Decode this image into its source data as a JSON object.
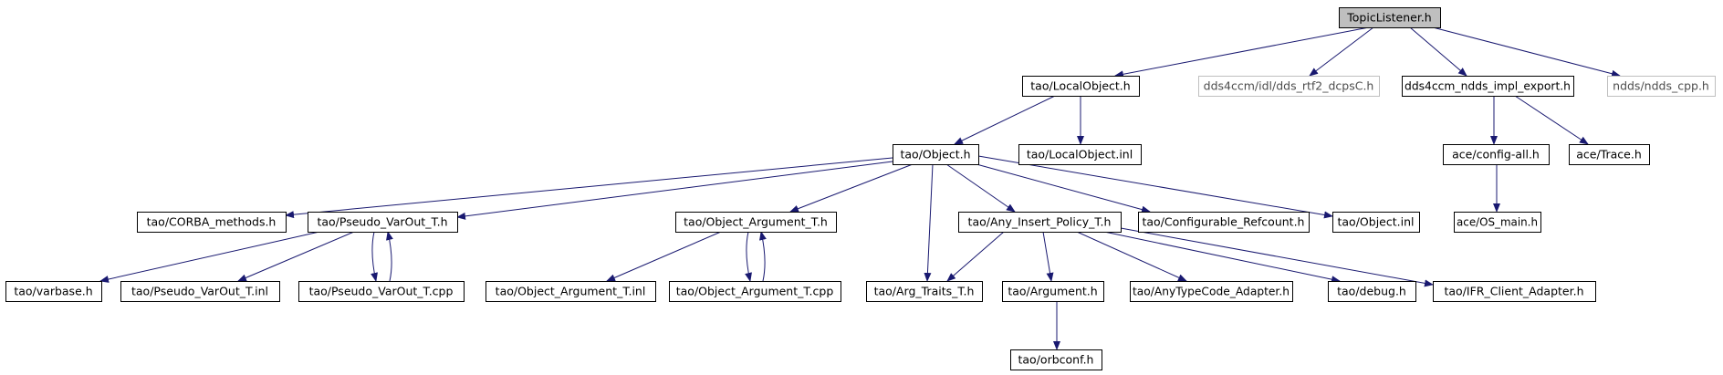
{
  "colors": {
    "edge": "#191970",
    "node_border": "#000000",
    "node_border_external": "#bfbfbf",
    "node_fill": "#ffffff",
    "root_fill": "#bfbfbf",
    "text": "#000000",
    "text_external": "#4d4d4d"
  },
  "nodes": [
    {
      "id": "root",
      "label": "TopicListener.h",
      "root": true
    },
    {
      "id": "localobject_h",
      "label": "tao/LocalObject.h"
    },
    {
      "id": "dds_rtf2",
      "label": "dds4ccm/idl/dds_rtf2_dcpsC.h",
      "external": true
    },
    {
      "id": "ndds_impl_export",
      "label": "dds4ccm_ndds_impl_export.h"
    },
    {
      "id": "ndds_cpp",
      "label": "ndds/ndds_cpp.h",
      "external": true
    },
    {
      "id": "object_h",
      "label": "tao/Object.h"
    },
    {
      "id": "localobject_inl",
      "label": "tao/LocalObject.inl"
    },
    {
      "id": "config_all",
      "label": "ace/config-all.h"
    },
    {
      "id": "trace_h",
      "label": "ace/Trace.h"
    },
    {
      "id": "corba_methods",
      "label": "tao/CORBA_methods.h"
    },
    {
      "id": "pseudo_varout_h",
      "label": "tao/Pseudo_VarOut_T.h"
    },
    {
      "id": "object_argument_h",
      "label": "tao/Object_Argument_T.h"
    },
    {
      "id": "any_insert_policy",
      "label": "tao/Any_Insert_Policy_T.h"
    },
    {
      "id": "configurable_refcount",
      "label": "tao/Configurable_Refcount.h"
    },
    {
      "id": "object_inl",
      "label": "tao/Object.inl"
    },
    {
      "id": "os_main",
      "label": "ace/OS_main.h"
    },
    {
      "id": "varbase",
      "label": "tao/varbase.h"
    },
    {
      "id": "pseudo_varout_inl",
      "label": "tao/Pseudo_VarOut_T.inl"
    },
    {
      "id": "pseudo_varout_cpp",
      "label": "tao/Pseudo_VarOut_T.cpp"
    },
    {
      "id": "object_argument_inl",
      "label": "tao/Object_Argument_T.inl"
    },
    {
      "id": "object_argument_cpp",
      "label": "tao/Object_Argument_T.cpp"
    },
    {
      "id": "arg_traits",
      "label": "tao/Arg_Traits_T.h"
    },
    {
      "id": "argument_h",
      "label": "tao/Argument.h"
    },
    {
      "id": "anytypecode_adapter",
      "label": "tao/AnyTypeCode_Adapter.h"
    },
    {
      "id": "debug_h",
      "label": "tao/debug.h"
    },
    {
      "id": "ifr_client_adapter",
      "label": "tao/IFR_Client_Adapter.h"
    },
    {
      "id": "orbconf",
      "label": "tao/orbconf.h"
    }
  ],
  "edges": [
    {
      "from": "root",
      "to": "localobject_h"
    },
    {
      "from": "root",
      "to": "dds_rtf2"
    },
    {
      "from": "root",
      "to": "ndds_impl_export"
    },
    {
      "from": "root",
      "to": "ndds_cpp"
    },
    {
      "from": "localobject_h",
      "to": "object_h"
    },
    {
      "from": "localobject_h",
      "to": "localobject_inl"
    },
    {
      "from": "ndds_impl_export",
      "to": "config_all"
    },
    {
      "from": "ndds_impl_export",
      "to": "trace_h"
    },
    {
      "from": "config_all",
      "to": "os_main"
    },
    {
      "from": "object_h",
      "to": "corba_methods"
    },
    {
      "from": "object_h",
      "to": "pseudo_varout_h"
    },
    {
      "from": "object_h",
      "to": "object_argument_h"
    },
    {
      "from": "object_h",
      "to": "arg_traits"
    },
    {
      "from": "object_h",
      "to": "any_insert_policy"
    },
    {
      "from": "object_h",
      "to": "configurable_refcount"
    },
    {
      "from": "object_h",
      "to": "object_inl"
    },
    {
      "from": "pseudo_varout_h",
      "to": "varbase"
    },
    {
      "from": "pseudo_varout_h",
      "to": "pseudo_varout_inl"
    },
    {
      "from": "pseudo_varout_h",
      "to": "pseudo_varout_cpp"
    },
    {
      "from": "pseudo_varout_cpp",
      "to": "pseudo_varout_h"
    },
    {
      "from": "object_argument_h",
      "to": "object_argument_inl"
    },
    {
      "from": "object_argument_h",
      "to": "object_argument_cpp"
    },
    {
      "from": "object_argument_cpp",
      "to": "object_argument_h"
    },
    {
      "from": "any_insert_policy",
      "to": "arg_traits"
    },
    {
      "from": "any_insert_policy",
      "to": "argument_h"
    },
    {
      "from": "any_insert_policy",
      "to": "anytypecode_adapter"
    },
    {
      "from": "any_insert_policy",
      "to": "debug_h"
    },
    {
      "from": "any_insert_policy",
      "to": "ifr_client_adapter"
    },
    {
      "from": "argument_h",
      "to": "orbconf"
    }
  ]
}
